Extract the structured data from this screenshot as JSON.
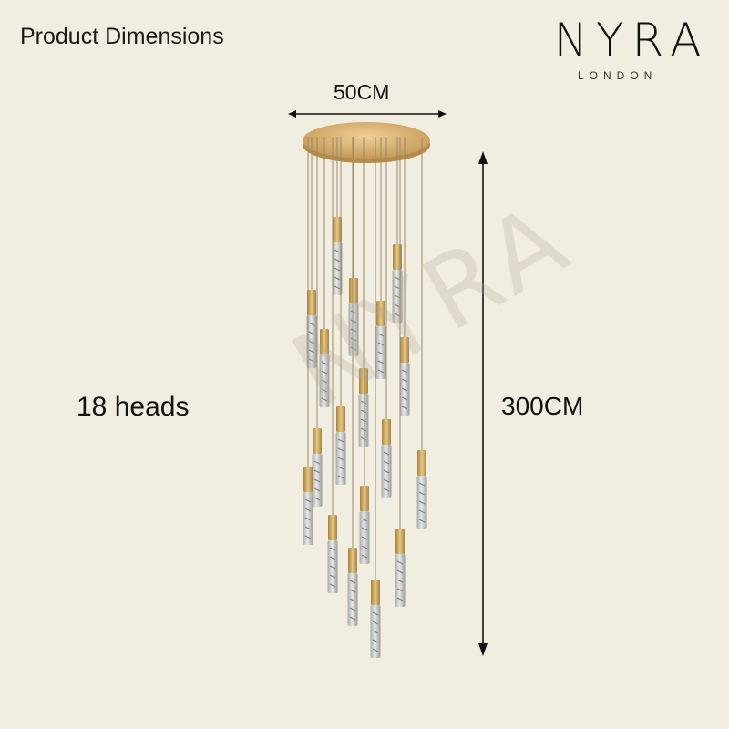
{
  "heading": "Product Dimensions",
  "brand": {
    "name": "NYRA",
    "sub": "LONDON"
  },
  "dimensions": {
    "width": "50CM",
    "height": "300CM"
  },
  "heads_label": "18 heads",
  "colors": {
    "background": "#f1ede1",
    "gold": "#c8a45c",
    "glass": "#b9bcbc"
  },
  "product": {
    "head_count": 18
  }
}
